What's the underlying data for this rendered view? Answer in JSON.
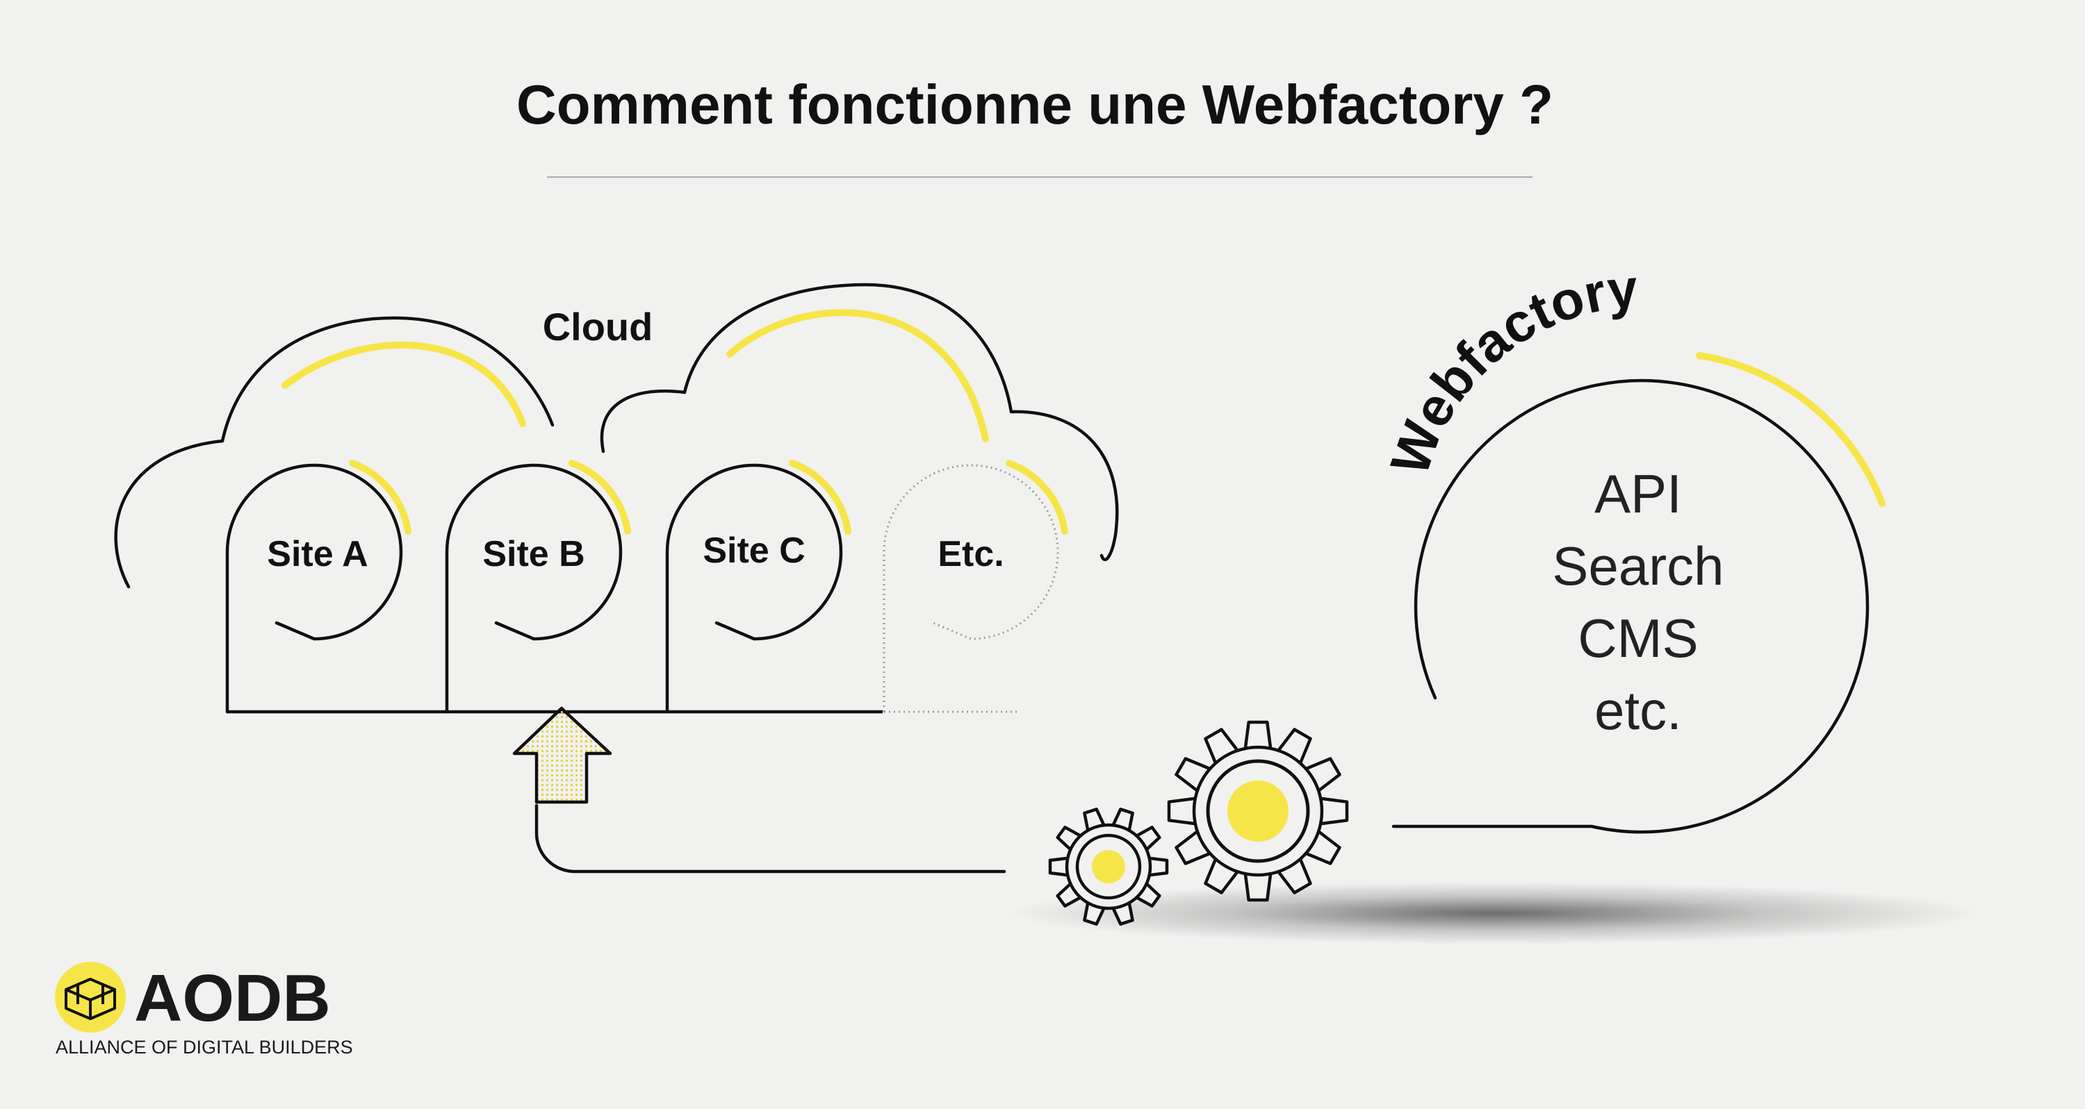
{
  "title": "Comment fonctionne une Webfactory ?",
  "cloud": {
    "label": "Cloud",
    "sites": [
      "Site A",
      "Site B",
      "Site C",
      "Etc."
    ]
  },
  "webfactory": {
    "label": "Webfactory",
    "services": [
      "API",
      "Search",
      "CMS",
      "etc."
    ]
  },
  "brand": {
    "name": "AODB",
    "tagline": "ALLIANCE OF DIGITAL BUILDERS"
  },
  "colors": {
    "accent": "#f6e548",
    "ink": "#111111",
    "background": "#f1f1f0"
  }
}
